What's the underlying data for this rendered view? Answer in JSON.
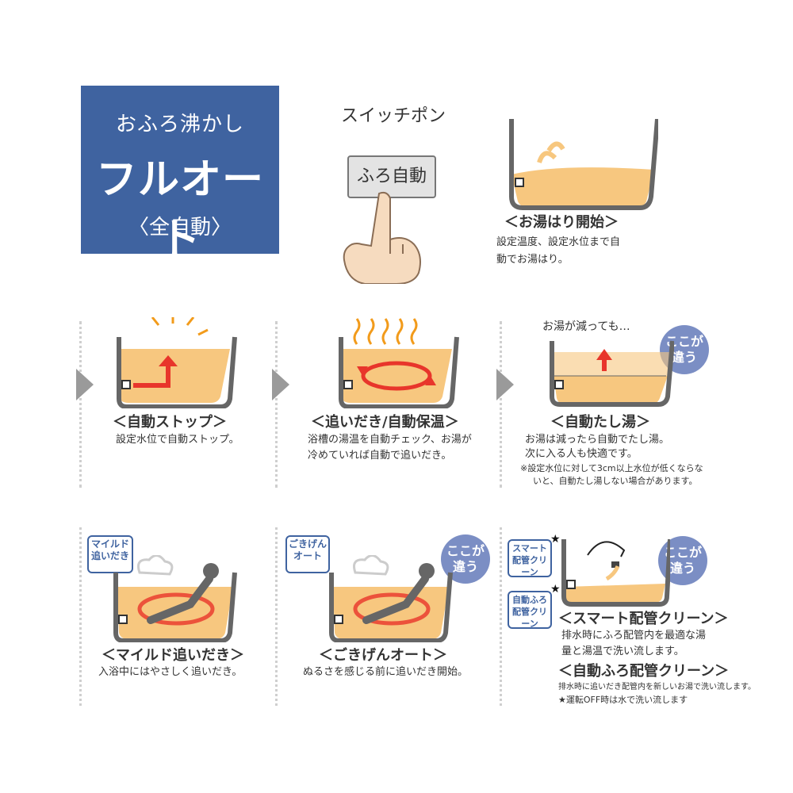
{
  "title": {
    "line1": "おふろ沸かし",
    "line2": "フルオート",
    "line3": "〈全自動〉"
  },
  "switch": {
    "label": "スイッチポン",
    "button": "ふろ自動"
  },
  "steps": {
    "start": {
      "caption": "＜お湯はり開始＞",
      "desc1": "設定温度、設定水位まで自",
      "desc2": "動でお湯はり。"
    },
    "stop": {
      "caption": "＜自動ストップ＞",
      "desc1": "設定水位で自動ストップ。"
    },
    "keep": {
      "caption": "＜追いだき/自動保温＞",
      "desc1": "浴槽の湯温を自動チェック、お湯が",
      "desc2": "冷めていれば自動で追いだき。"
    },
    "add": {
      "top": "お湯が減っても…",
      "caption": "＜自動たし湯＞",
      "desc1": "お湯は減ったら自動でたし湯。",
      "desc2": "次に入る人も快適です。",
      "note1": "※設定水位に対して3cm以上水位が低くならな",
      "note2": "いと、自動たし湯しない場合があります。"
    },
    "mild": {
      "tag": "マイルド 追いだき",
      "caption": "＜マイルド追いだき＞",
      "desc1": "入浴中にはやさしく追いだき。"
    },
    "gokigen": {
      "tag": "ごきげん オート",
      "caption": "＜ごきげんオート＞",
      "desc1": "ぬるさを感じる前に追いだき開始。"
    },
    "clean": {
      "tag1": "スマート 配管クリーン",
      "tag2": "自動ふろ 配管クリーン",
      "caption1": "＜スマート配管クリーン＞",
      "desc1": "排水時にふろ配管内を最適な湯",
      "desc2": "量と湯温で洗い流します。",
      "caption2": "＜自動ふろ配管クリーン＞",
      "note1": "排水時に追いだき配管内を新しいお湯で洗い流します。",
      "note2": "★運転OFF時は水で洗い流します"
    }
  },
  "badge": {
    "line1": "ここが",
    "line2": "違う"
  },
  "colors": {
    "brand": "#3f63a0",
    "water": "#f7c77f",
    "arrow": "#e8352b",
    "badge": "#7b8ec4",
    "tub": "#666666"
  }
}
